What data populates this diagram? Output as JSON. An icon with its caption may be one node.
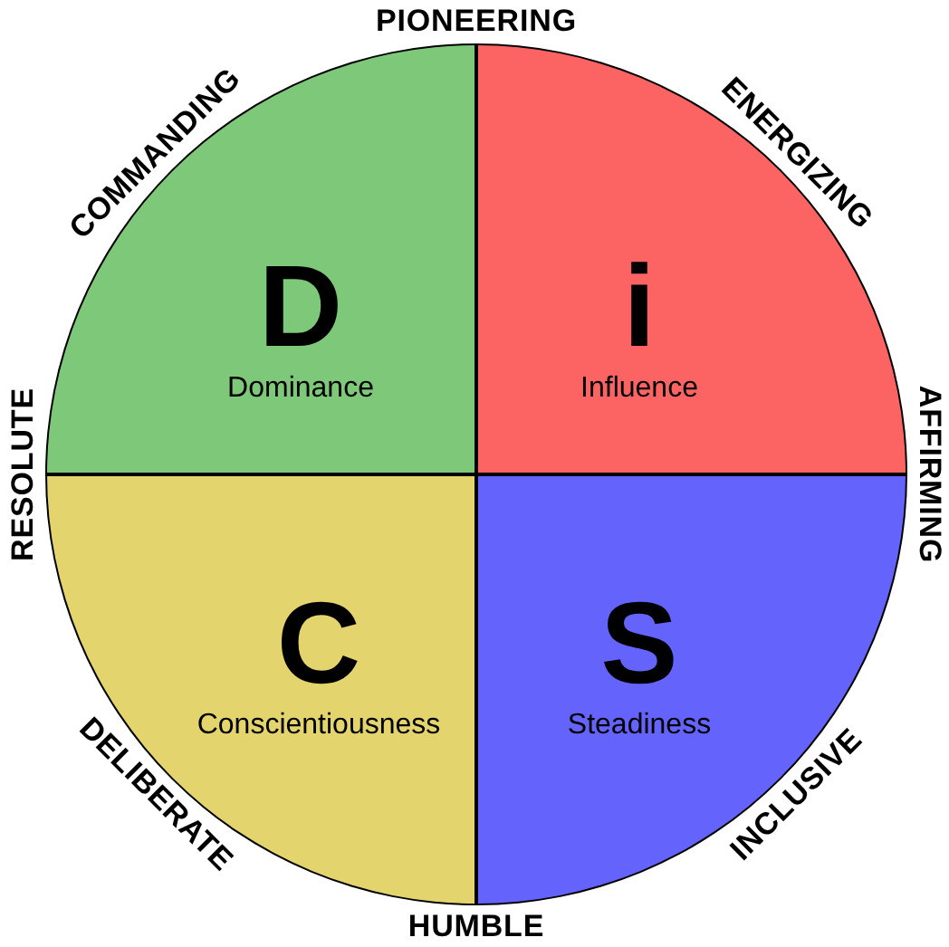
{
  "diagram": {
    "nodes": [
      {
        "text": [
          "D",
          "Dominance"
        ]
      },
      {
        "text": [
          "i",
          "Influence"
        ]
      },
      {
        "text": [
          "C",
          "Conscientiousness"
        ]
      },
      {
        "text": [
          "S",
          "Steadiness"
        ]
      }
    ],
    "labels": [
      "PIONEERING",
      "COMMANDING",
      "ENERGIZING",
      "RESOLUTE",
      "AFFIRMING",
      "DELIBERATE",
      "INCLUSIVE",
      "HUMBLE"
    ]
  }
}
